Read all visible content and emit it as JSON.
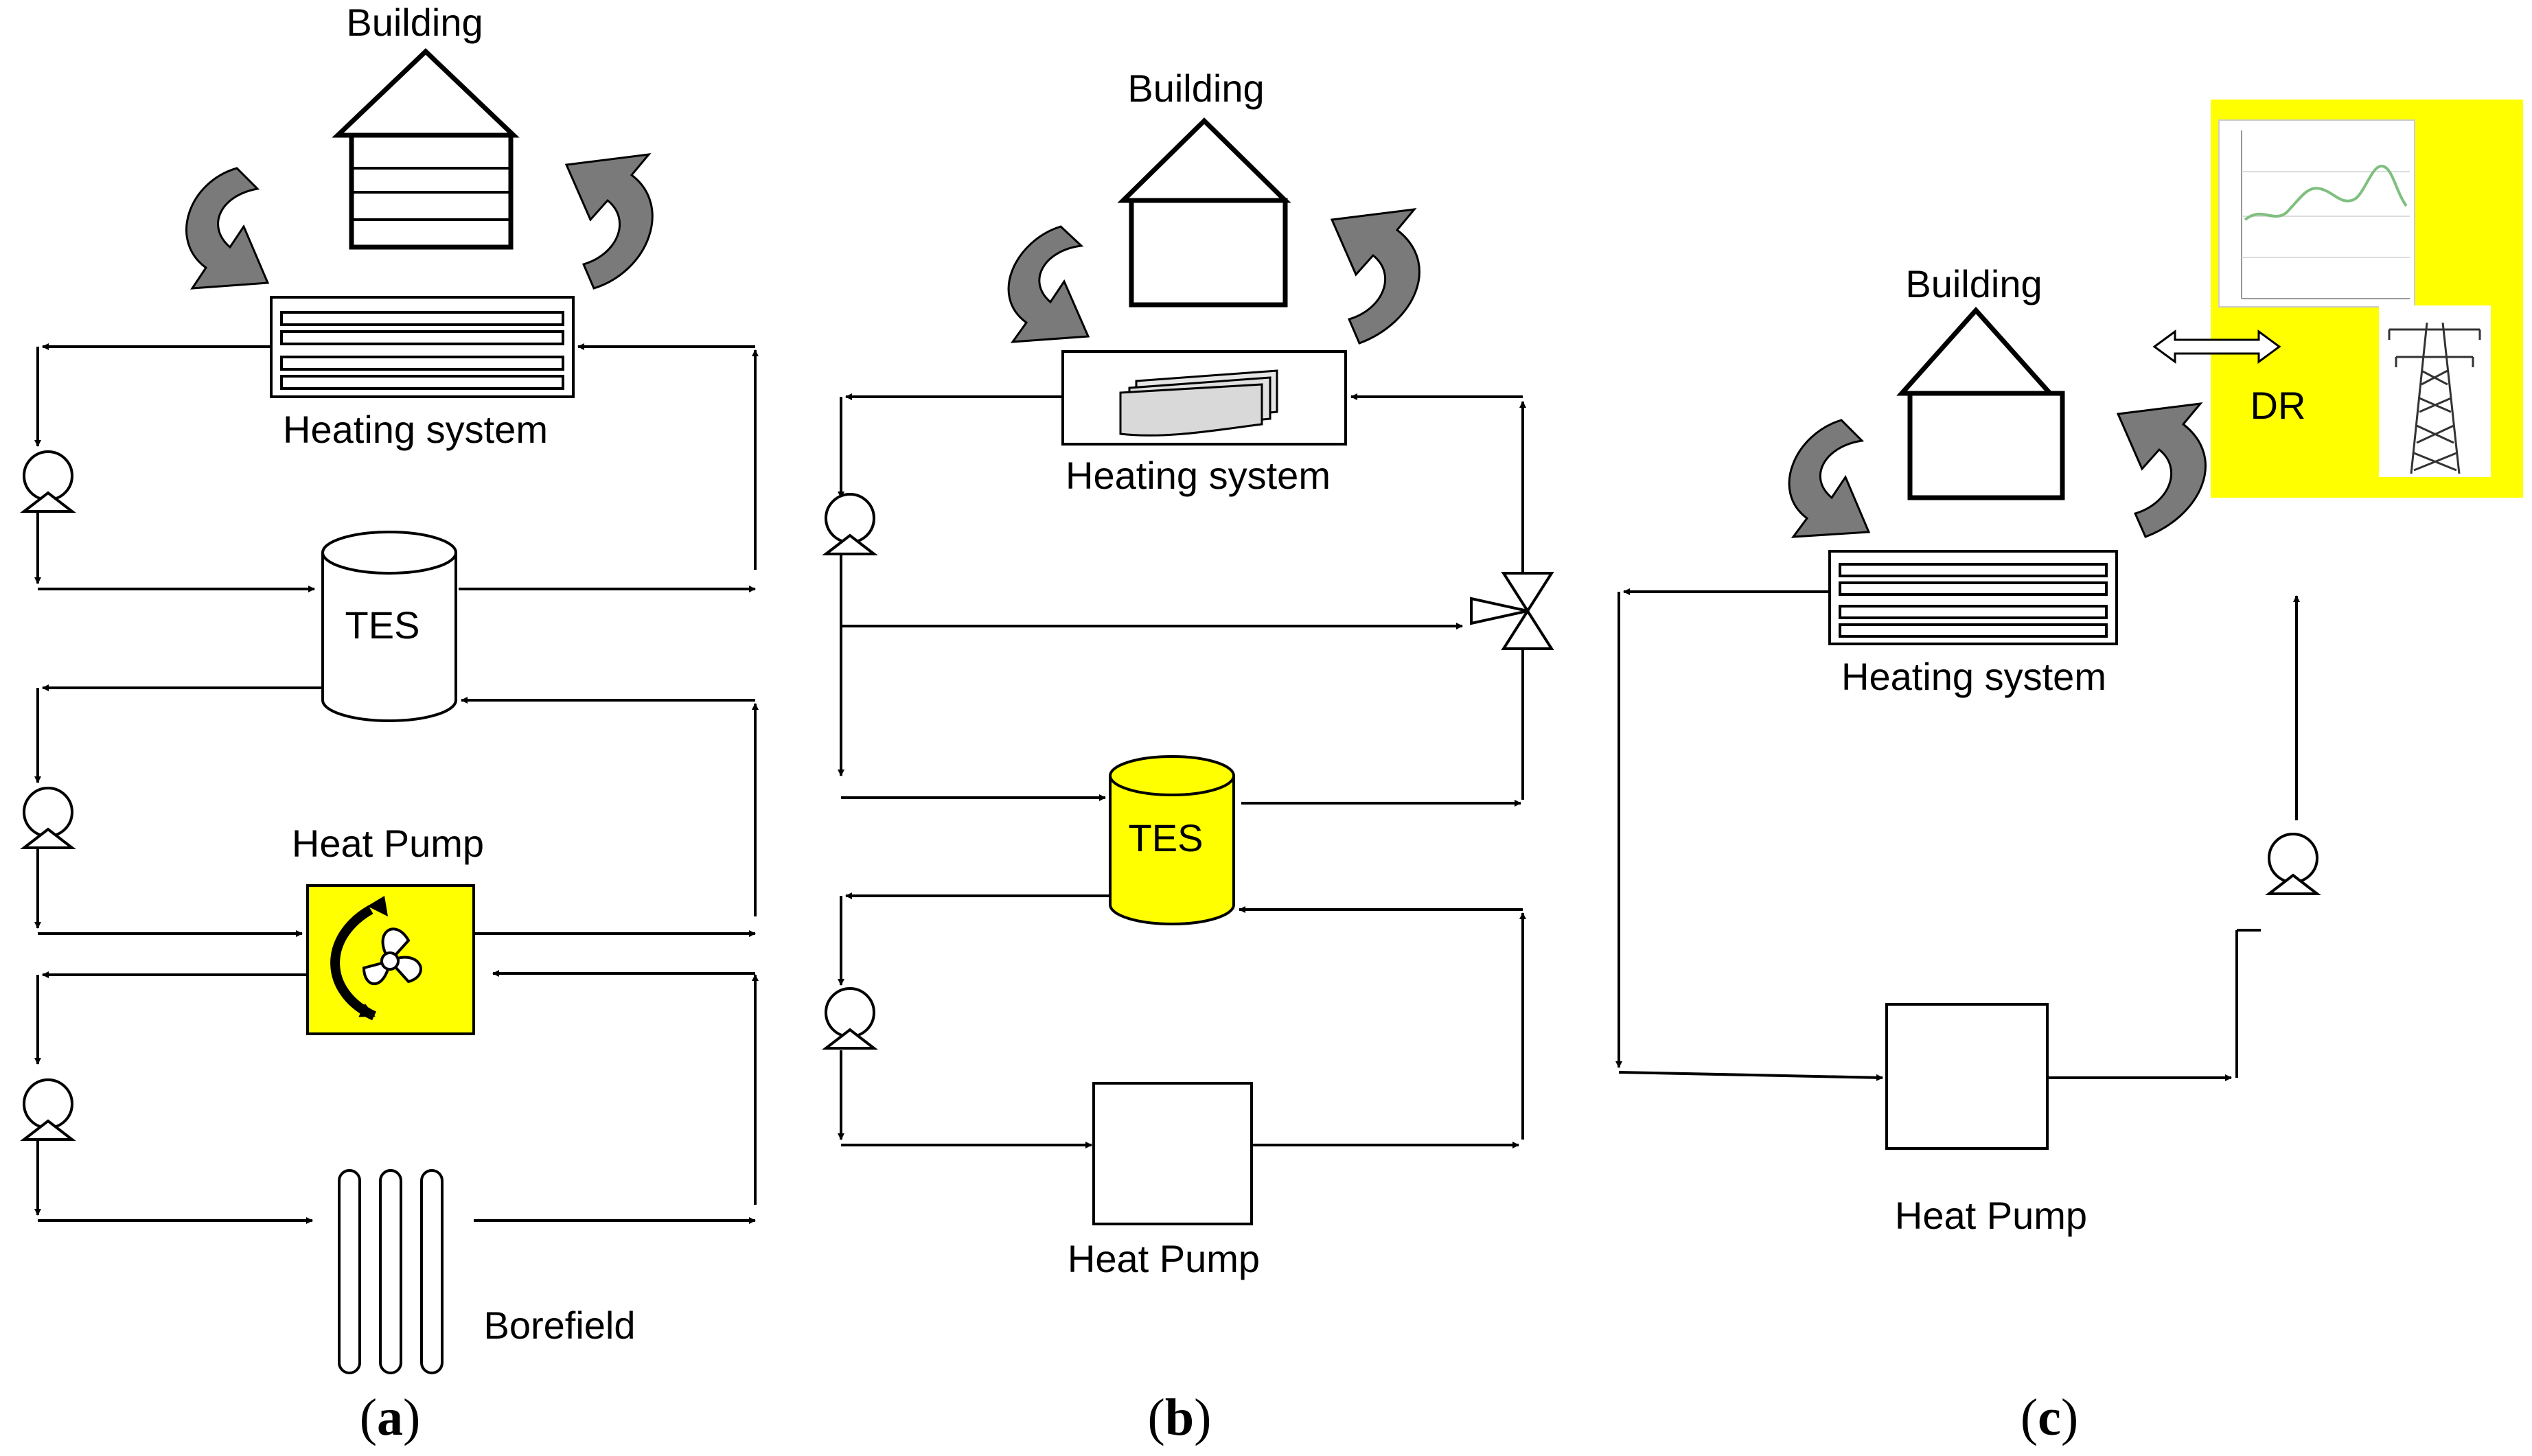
{
  "colors": {
    "highlight": "#ffff00",
    "tes_fill": "#ffff00",
    "arrow_gray": "#7a7a7a",
    "line": "#000000"
  },
  "panels": [
    {
      "caption": "(a)",
      "caption_letter": "a",
      "labels": {
        "building": "Building",
        "heating_system": "Heating system",
        "tes": "TES",
        "heat_pump": "Heat Pump",
        "borefield": "Borefield"
      }
    },
    {
      "caption": "(b)",
      "caption_letter": "b",
      "labels": {
        "building": "Building",
        "heating_system": "Heating system",
        "tes": "TES",
        "heat_pump": "Heat Pump"
      }
    },
    {
      "caption": "(c)",
      "caption_letter": "c",
      "labels": {
        "building": "Building",
        "heating_system": "Heating system",
        "heat_pump": "Heat Pump",
        "dr": "DR"
      }
    }
  ]
}
